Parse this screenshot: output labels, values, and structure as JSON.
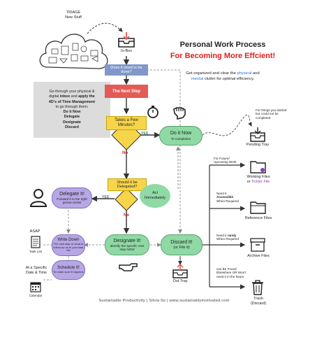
{
  "header": {
    "title": "Personal Work Process",
    "subtitle": "For Becoming More Effcient!",
    "intro_1": "Get organized and clear the",
    "intro_physical": "physical",
    "intro_and": "and",
    "intro_mental": "mental",
    "intro_2": "clutter for optimal efficiency."
  },
  "triage": {
    "title_1": "TRIAGE",
    "title_2": "New Stuff",
    "desc_1": "Go through your physical &",
    "desc_2a": "digital ",
    "desc_2b": "inbox",
    "desc_2c": " and ",
    "desc_2d": "apply the",
    "desc_3": "4D's of Time Management",
    "desc_4": "to go through them:",
    "d1": "Do it Now",
    "d2": "Delegate",
    "d3": "Designate",
    "d4": "Discard"
  },
  "flow": {
    "inbox": "In-Box",
    "does_it_need": "Does it need to be done?",
    "next_step": "The Next Step",
    "takes_few": "Takes a Few Minutes?",
    "yes": "YES",
    "no": "No",
    "do_it_now": "Do it Now",
    "do_it_now_sub": "To completion",
    "should_delegate": "Should it be Delegated?",
    "act_immediately": "Act Immediately",
    "delegate_it": "Delegate It!",
    "delegate_sub": "Forward it to the right person NOW",
    "designate_it": "Designate It!",
    "designate_sub": "Identify the specific next step NOW",
    "discard_it": "Discard It!",
    "discard_sub": "(or File it)",
    "write_down": "Write Down",
    "write_down_sub": "The next step or what to follow-up on in your task list",
    "schedule_it": "Schedule It!",
    "schedule_sub": "To make sure it happens",
    "out_tray": "Out Tray",
    "asap": "ASAP",
    "task_list": "Task List",
    "at_specific": "At a Specific Date & Time",
    "calendar": "Calendar"
  },
  "right": {
    "for_things": "For things you started but could not be completed",
    "pending_tray": "Pending Tray",
    "for_future": "For Future/ Upcoming Work",
    "working_files": "Working Files",
    "or_tickler": "or Tickler File",
    "or_word": "or",
    "tickler": "Tickler File",
    "need_it": "Need it",
    "accessible": "Accessible",
    "when_required": "When Required",
    "reference_files": "Reference Files",
    "need_rarely_1": "Need it",
    "need_rarely_2": "rarely",
    "need_rarely_3": "When Required",
    "archive_files": "Archive Files",
    "found_elsewhere": "can Be Found Elsewhere OR Won't need it in the future",
    "trash": "Trash",
    "trash_sub": "(Discard)"
  },
  "footer": {
    "credit": "Sustainable Productivity | Silvia Ito | www.sustainablymotivated.com"
  },
  "colors": {
    "red": "#e45a55",
    "blue": "#7f98c9",
    "yellow": "#f7d54a",
    "green": "#8fd9a4",
    "purple": "#b7a7e6",
    "link_blue": "#2a6fd6",
    "link_purple": "#8a3fb8"
  }
}
